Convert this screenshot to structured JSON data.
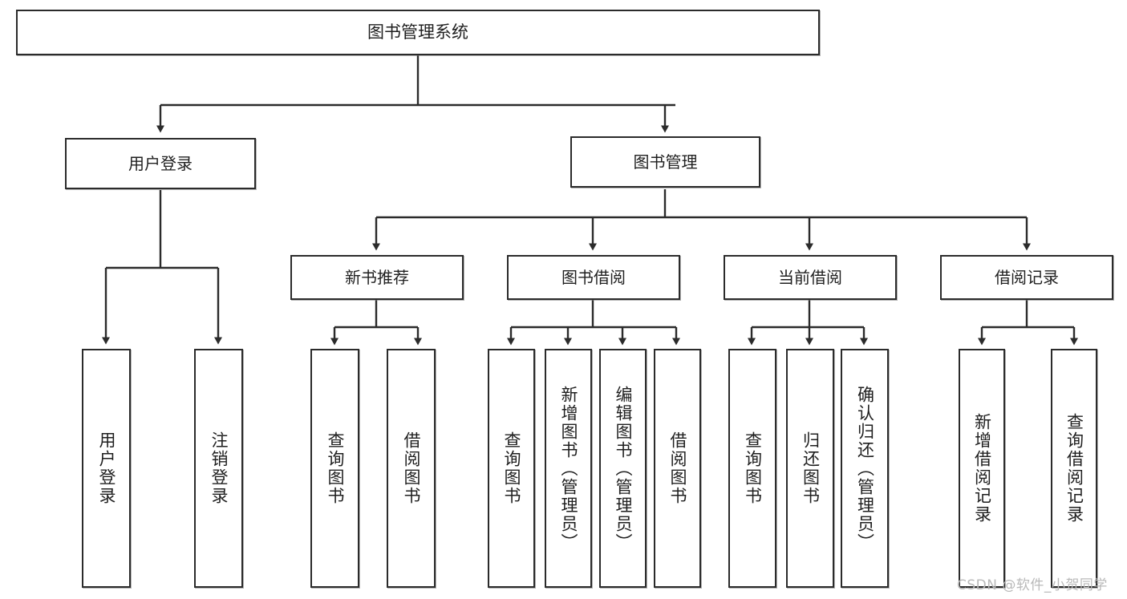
{
  "diagram": {
    "title_label": "图书管理系统",
    "type": "tree-hierarchy-chart",
    "background_color": "#ffffff",
    "line_color": "#2b2b2b",
    "text_color": "#1f1f1f"
  },
  "nodes": {
    "root": {
      "label": "图书管理系统"
    },
    "level1": [
      {
        "id": "user-login",
        "label": "用户登录"
      },
      {
        "id": "book-management",
        "label": "图书管理"
      }
    ],
    "level2": [
      {
        "id": "new-book-recommend",
        "label": "新书推荐"
      },
      {
        "id": "book-borrow",
        "label": "图书借阅"
      },
      {
        "id": "current-borrow",
        "label": "当前借阅"
      },
      {
        "id": "borrow-record",
        "label": "借阅记录"
      }
    ],
    "leaves": {
      "user_login": [
        {
          "id": "leaf-user-login",
          "label": "用户登录"
        },
        {
          "id": "leaf-logout-login",
          "label": "注销登录"
        }
      ],
      "new_book_recommend": [
        {
          "id": "leaf-query-book-1",
          "label": "查询图书"
        },
        {
          "id": "leaf-borrow-book-1",
          "label": "借阅图书"
        }
      ],
      "book_borrow": [
        {
          "id": "leaf-query-book-2",
          "label": "查询图书"
        },
        {
          "id": "leaf-add-book",
          "label": "新增图书（管理员）"
        },
        {
          "id": "leaf-edit-book",
          "label": "编辑图书（管理员）"
        },
        {
          "id": "leaf-borrow-book-2",
          "label": "借阅图书"
        }
      ],
      "current_borrow": [
        {
          "id": "leaf-query-book-3",
          "label": "查询图书"
        },
        {
          "id": "leaf-return-book",
          "label": "归还图书"
        },
        {
          "id": "leaf-confirm-return",
          "label": "确认归还（管理员）"
        }
      ],
      "borrow_record": [
        {
          "id": "leaf-add-borrow-record",
          "label": "新增借阅记录"
        },
        {
          "id": "leaf-query-borrow-record",
          "label": "查询借阅记录"
        }
      ]
    }
  },
  "watermark": {
    "text": "CSDN @软件_小贺同学"
  }
}
